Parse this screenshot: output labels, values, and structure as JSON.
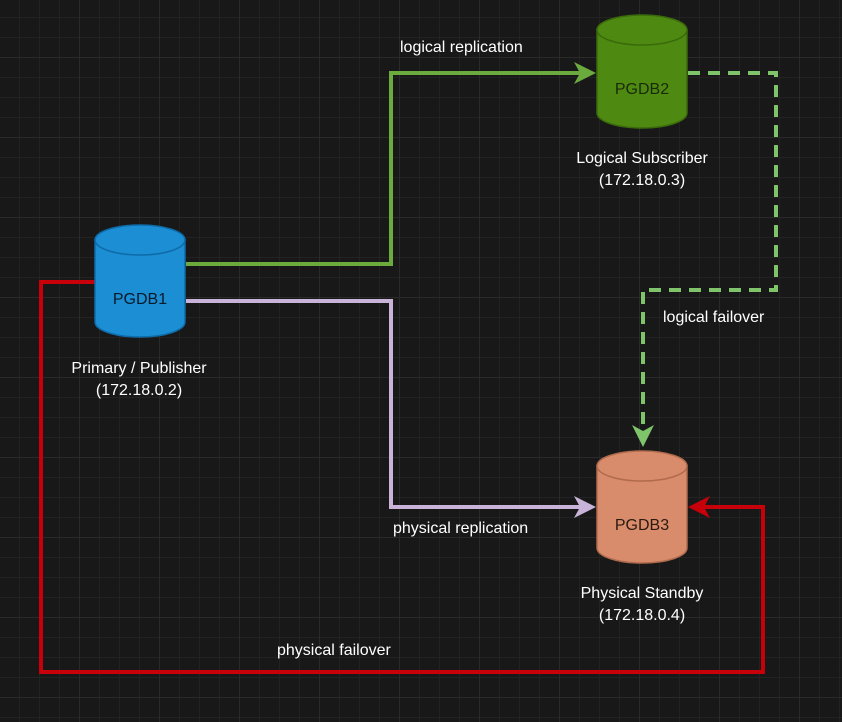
{
  "nodes": {
    "pgdb1": {
      "name": "PGDB1",
      "role": "Primary / Publisher",
      "ip": "(172.18.0.2)",
      "color": "#1b8ed4"
    },
    "pgdb2": {
      "name": "PGDB2",
      "role": "Logical Subscriber",
      "ip": "(172.18.0.3)",
      "color": "#4e8a12"
    },
    "pgdb3": {
      "name": "PGDB3",
      "role": "Physical Standby",
      "ip": "(172.18.0.4)",
      "color": "#d98c6c"
    }
  },
  "edges": {
    "logical_replication": {
      "label": "logical replication",
      "color": "#6bab3e",
      "style": "solid"
    },
    "physical_replication": {
      "label": "physical replication",
      "color": "#c9b3d9",
      "style": "solid"
    },
    "logical_failover": {
      "label": "logical failover",
      "color": "#7fc46a",
      "style": "dashed"
    },
    "physical_failover": {
      "label": "physical failover",
      "color": "#c8000a",
      "style": "solid"
    }
  }
}
